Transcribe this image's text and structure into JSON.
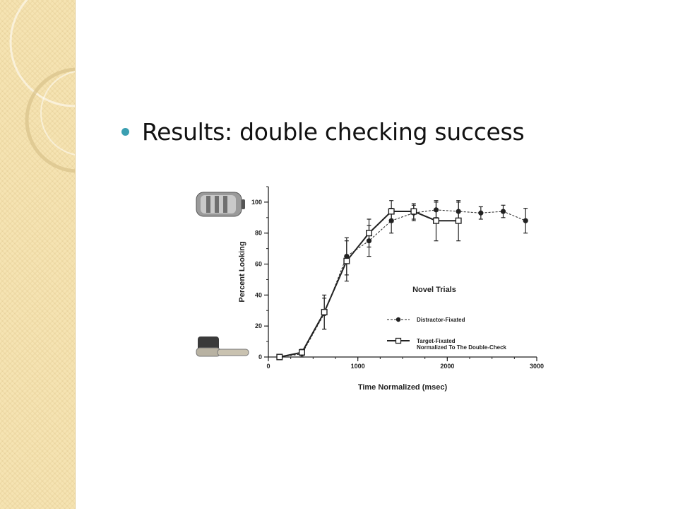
{
  "slide": {
    "bullet_text": "Results: double checking success",
    "bullet_color": "#3a9fb1",
    "panel_color": "#f5e3b2"
  },
  "icons": [
    "battery-icon",
    "brush-icon"
  ],
  "chart_data": {
    "type": "line",
    "title": "",
    "xlabel": "Time Normalized (msec)",
    "ylabel": "Percent Looking",
    "xlim": [
      0,
      3000
    ],
    "ylim": [
      0,
      110
    ],
    "xticks": [
      0,
      1000,
      2000,
      3000
    ],
    "yticks": [
      0,
      20,
      40,
      60,
      80,
      100
    ],
    "grid": false,
    "legend_title": "Novel Trials",
    "legend_position": "center-right",
    "series": [
      {
        "name": "Distractor-Fixated",
        "style": "dashed",
        "marker": "filled-circle",
        "x": [
          125,
          375,
          625,
          875,
          1125,
          1375,
          1625,
          1875,
          2125,
          2375,
          2625,
          2875
        ],
        "y": [
          0,
          2,
          28,
          65,
          75,
          88,
          93,
          95,
          94,
          93,
          94,
          88
        ],
        "err": [
          0,
          2,
          10,
          12,
          10,
          8,
          5,
          5,
          6,
          4,
          4,
          8
        ]
      },
      {
        "name": "Target-Fixated\nNormalized To The Double-Check",
        "style": "solid",
        "marker": "open-square",
        "x": [
          125,
          375,
          625,
          875,
          1125,
          1375,
          1625,
          1875,
          2125
        ],
        "y": [
          0,
          3,
          29,
          62,
          80,
          94,
          94,
          88,
          88
        ],
        "err": [
          0,
          2,
          11,
          13,
          9,
          7,
          5,
          13,
          13
        ]
      }
    ]
  }
}
